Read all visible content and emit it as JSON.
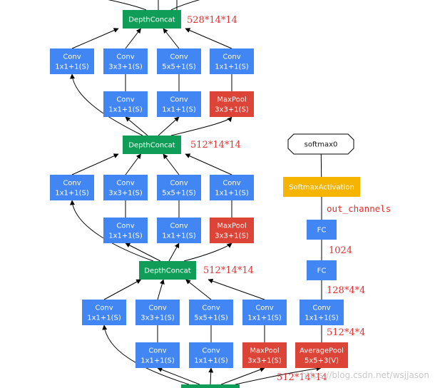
{
  "colors": {
    "conv": "#4286f4",
    "concat": "#0f9d58",
    "pool": "#db4437",
    "softmax": "#f4b400",
    "output_fill": "#ffffff",
    "annotation": "#e03030",
    "edge": "#000000"
  },
  "nodes": [
    {
      "id": "concat_top",
      "type": "concat",
      "lines": [
        "DepthConcat"
      ]
    },
    {
      "id": "b1_conv1",
      "type": "conv",
      "lines": [
        "Conv",
        "1x1+1(S)"
      ]
    },
    {
      "id": "b1_conv3",
      "type": "conv",
      "lines": [
        "Conv",
        "3x3+1(S)"
      ]
    },
    {
      "id": "b1_conv5",
      "type": "conv",
      "lines": [
        "Conv",
        "5x5+1(S)"
      ]
    },
    {
      "id": "b1_convp",
      "type": "conv",
      "lines": [
        "Conv",
        "1x1+1(S)"
      ]
    },
    {
      "id": "b1_red3",
      "type": "conv",
      "lines": [
        "Conv",
        "1x1+1(S)"
      ]
    },
    {
      "id": "b1_red5",
      "type": "conv",
      "lines": [
        "Conv",
        "1x1+1(S)"
      ]
    },
    {
      "id": "b1_pool",
      "type": "pool",
      "lines": [
        "MaxPool",
        "3x3+1(S)"
      ]
    },
    {
      "id": "concat_mid",
      "type": "concat",
      "lines": [
        "DepthConcat"
      ]
    },
    {
      "id": "b2_conv1",
      "type": "conv",
      "lines": [
        "Conv",
        "1x1+1(S)"
      ]
    },
    {
      "id": "b2_conv3",
      "type": "conv",
      "lines": [
        "Conv",
        "3x3+1(S)"
      ]
    },
    {
      "id": "b2_conv5",
      "type": "conv",
      "lines": [
        "Conv",
        "5x5+1(S)"
      ]
    },
    {
      "id": "b2_convp",
      "type": "conv",
      "lines": [
        "Conv",
        "1x1+1(S)"
      ]
    },
    {
      "id": "b2_red3",
      "type": "conv",
      "lines": [
        "Conv",
        "1x1+1(S)"
      ]
    },
    {
      "id": "b2_red5",
      "type": "conv",
      "lines": [
        "Conv",
        "1x1+1(S)"
      ]
    },
    {
      "id": "b2_pool",
      "type": "pool",
      "lines": [
        "MaxPool",
        "3x3+1(S)"
      ]
    },
    {
      "id": "concat_low",
      "type": "concat",
      "lines": [
        "DepthConcat"
      ]
    },
    {
      "id": "b3_conv1",
      "type": "conv",
      "lines": [
        "Conv",
        "1x1+1(S)"
      ]
    },
    {
      "id": "b3_conv3",
      "type": "conv",
      "lines": [
        "Conv",
        "3x3+1(S)"
      ]
    },
    {
      "id": "b3_conv5",
      "type": "conv",
      "lines": [
        "Conv",
        "5x5+1(S)"
      ]
    },
    {
      "id": "b3_convp",
      "type": "conv",
      "lines": [
        "Conv",
        "1x1+1(S)"
      ]
    },
    {
      "id": "b3_red3",
      "type": "conv",
      "lines": [
        "Conv",
        "1x1+1(S)"
      ]
    },
    {
      "id": "b3_red5",
      "type": "conv",
      "lines": [
        "Conv",
        "1x1+1(S)"
      ]
    },
    {
      "id": "b3_pool",
      "type": "pool",
      "lines": [
        "MaxPool",
        "3x3+1(S)"
      ]
    },
    {
      "id": "aux_pool",
      "type": "pool",
      "lines": [
        "AveragePool",
        "5x5+3(V)"
      ]
    },
    {
      "id": "aux_conv",
      "type": "conv",
      "lines": [
        "Conv",
        "1x1+1(S)"
      ]
    },
    {
      "id": "aux_fc1",
      "type": "conv",
      "lines": [
        "FC"
      ]
    },
    {
      "id": "aux_fc2",
      "type": "conv",
      "lines": [
        "FC"
      ]
    },
    {
      "id": "aux_softmax",
      "type": "softmax",
      "lines": [
        "SoftmaxActivation"
      ]
    },
    {
      "id": "aux_output",
      "type": "output",
      "lines": [
        "softmax0"
      ]
    },
    {
      "id": "concat_bottom",
      "type": "concat",
      "lines": []
    }
  ],
  "annotations": [
    {
      "id": "dim_top",
      "text": "528*14*14"
    },
    {
      "id": "dim_mid",
      "text": "512*14*14"
    },
    {
      "id": "dim_low",
      "text": "512*14*14"
    },
    {
      "id": "dim_input",
      "text": "512*14*14"
    },
    {
      "id": "dim_pool",
      "text": "512*4*4"
    },
    {
      "id": "dim_conv",
      "text": "128*4*4"
    },
    {
      "id": "dim_fc1",
      "text": "1024"
    },
    {
      "id": "dim_fc2",
      "text": "out_channels"
    }
  ],
  "watermark": "https://blog.csdn.net/wsjjason"
}
